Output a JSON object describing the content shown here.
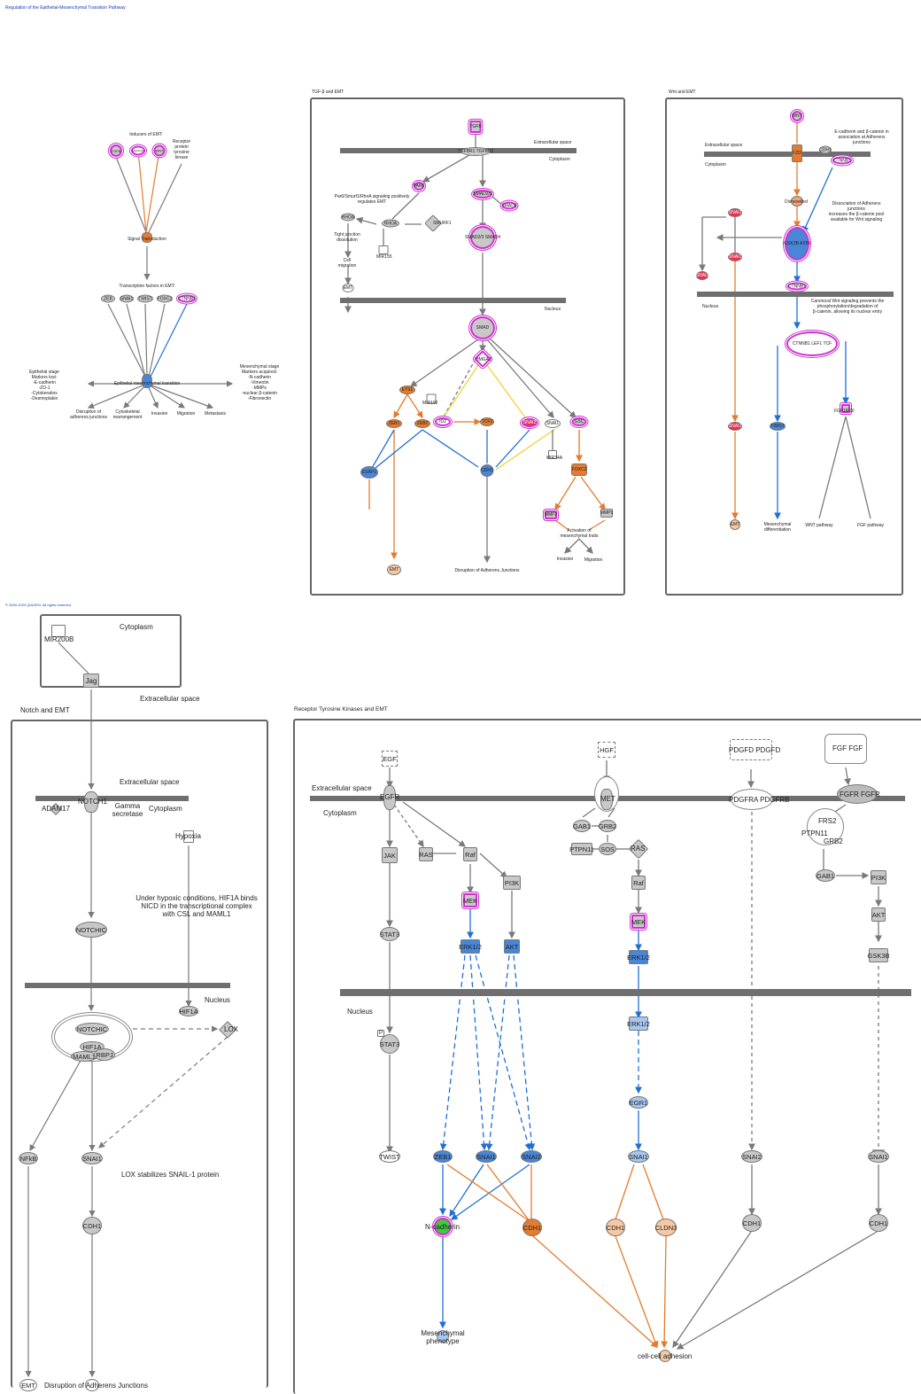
{
  "header": {
    "title": "Regulation of the Epithelial-Mesenchymal Transition Pathway",
    "copyright": "© 2000-2023 QIAGEN. All rights reserved."
  },
  "colors": {
    "orange": "#e57b2e",
    "blue": "#1f6fd8",
    "yellow": "#f2d03a",
    "gray": "#7a7a7a",
    "pink": "#cc33cc",
    "green": "#3dcc3d"
  },
  "overview": {
    "inducers_label": "Inducers of EMT:",
    "inducer_nodes": [
      "TGFB",
      "NOTCH",
      "WNT"
    ],
    "receptor_label": "Receptor\nprotein\ntyrosine\nkinase",
    "signal_label": "Signal Transduction",
    "tf_label": "Transcription factors in EMT:",
    "tf_nodes": [
      "ZEB",
      "SNAI1",
      "TWIST",
      "FOXC2",
      "CTNNB1"
    ],
    "emt_label": "Epithelial-mesenchymal transition",
    "epithelial_label": "Epithelial stage\nMarkers lost:\n-E-cadherin\n-ZO-1\n-Cytokeratins\n-Desmoplakin",
    "mesenchymal_label": "Mesenchymal stage\nMarkers acquired:\n-N-cadherin\n-Vimentin\n-MMPs\n-nuclear β-catenin\n-Fibronectin",
    "outcomes": [
      "Disruption of\nadherens junctions",
      "Cytoskeletal\nrearrangement",
      "Invasion",
      "Migration",
      "Metastasis"
    ]
  },
  "tgf_panel": {
    "title": "TGF-β and EMT",
    "extracellular": "Extracellular space",
    "cytoplasm": "Cytoplasm",
    "nucleus": "Nucleus",
    "par6_label": "Par6/Smurf1/RhoA signaling positively\nregulates EMT",
    "nodes": {
      "tgfb": "TGFB",
      "tgfbr": "TGFBR1 TGFBR2",
      "par6": "PAR6",
      "smad23": "SMAD2/3",
      "smad4": "SMAD4",
      "smad_complex": "SMAD2/3 SMAD4",
      "rhoa": "RHOA",
      "rhoa2": "RHOA",
      "smurf1": "SMURF1",
      "mir155": "MIR155",
      "tight": "Tight junction\ndissolution",
      "cell_migration": "Cell\nmigration",
      "emt": "EMT",
      "smad_nuc": "SMAD",
      "hmga2": "HMGA2",
      "ets1": "ETS1",
      "mir192": "MIR192",
      "zeb1": "ZEB1",
      "zeb2": "ZEB2",
      "id2": "ID2",
      "tcf3": "TCF3",
      "snai2": "SNAI2",
      "snai1": "SNAI1",
      "gsc": "GSC",
      "mir34a": "MIR34A",
      "esrp2": "ESRP2",
      "cdh1": "CDH1",
      "foxc2": "FOXC2",
      "mmp2": "MMP2",
      "mmp9": "MMP9",
      "activation": "Activation of\nmesenchymal traits",
      "invasion": "Invasion",
      "migration": "Migration",
      "emt2": "EMT",
      "disruption": "Disruption of Adherens Junctions"
    }
  },
  "wnt_panel": {
    "title": "Wnt and EMT",
    "extracellular": "Extracellular space",
    "cytoplasm": "Cytoplasm",
    "nucleus": "Nucleus",
    "ecadherin_note": "E-cadherin and β-catenin in\nassociation at Adherens junctions",
    "dissociation_note": "Dissociation of Adherens junctions\nincreases the β-catenin pool\navailable for Wnt signaling",
    "canonical_note": "Canonical Wnt signaling prevents the\nphosphorylation/degradation of\nβ-catenin, allowing its nuclear entry",
    "nodes": {
      "wnt": "WNT",
      "frizzled": "FZD",
      "cdh1": "CDH1",
      "ctnnb1a": "CTNNB1",
      "dishevelled": "Dishevelled",
      "snai2": "SNAI2",
      "snai1": "SNAI1",
      "snai2b": "SNAI2",
      "complex": "GSK3B AXIN",
      "ctnnb1b": "CTNNB1",
      "ctnnb1c": "CTNNB1",
      "nuc_complex": "CTNNB1 LEF1 TCF",
      "snai1b": "SNAI1",
      "twist": "TWIST",
      "fgf": "FGF18/20",
      "emt": "EMT",
      "mesenchymal": "Mesenchymal\ndifferentiation",
      "wnt_pathway": "WNT pathway",
      "fgf_pathway": "FGF pathway"
    }
  },
  "notch_panel": {
    "title": "Notch and EMT",
    "cytoplasm_box": "Cytoplasm",
    "mir200b": "MIR200B",
    "jag": "Jag",
    "extracellular_outer": "Extracellular space",
    "extracellular": "Extracellular space",
    "cytoplasm": "Cytoplasm",
    "nucleus": "Nucleus",
    "adam17": "ADAM17",
    "notch1": "NOTCH1",
    "gamma": "Gamma\nsecretase",
    "hypoxia": "Hypoxia",
    "hypoxic_note": "Under hypoxic conditions, HIF1A binds\nNICD in the transcriptional complex\nwith CSL and MAML1",
    "notchic": "NOTCHIC",
    "hif1a": "HIF1A",
    "complex_notchic": "NOTCHIC",
    "complex_hif1a": "HIF1A",
    "complex_maml1": "MAML1",
    "complex_rbpj": "RBPJ",
    "lox": "LOX",
    "nfkb": "NFkB",
    "snai1": "SNAI1",
    "lox_note": "LOX stabilizes SNAIL-1 protein",
    "cdh1": "CDH1",
    "emt": "EMT",
    "disruption": "Disruption of Adherens Junctions"
  },
  "rtk_panel": {
    "title": "Receptor Tyrosine Kinases and EMT",
    "extracellular": "Extracellular space",
    "cytoplasm": "Cytoplasm",
    "nucleus": "Nucleus",
    "nodes": {
      "egf": "EGF",
      "egfr": "EGFR",
      "jak": "JAK",
      "ras": "RAS",
      "raf": "Raf",
      "pi3k": "PI3K",
      "mek": "MEK",
      "erk": "ERK1/2",
      "akt": "AKT",
      "stat3": "STAT3",
      "stat3_nuc": "STAT3",
      "p": "P",
      "twist": "TWIST",
      "zeb1": "ZEB1",
      "snai1": "SNAI1",
      "snai2": "SNAI2",
      "ncadherin": "N-cadherin",
      "cdh1": "CDH1",
      "mesenchymal": "Mesenchymal\nphenotype",
      "hgf": "HGF",
      "met": "MET",
      "gab1": "GAB1",
      "grb2": "GRB2",
      "ptpn11": "PTPN11",
      "sos": "SOS",
      "ras2": "RAS",
      "raf2": "Raf",
      "mek2": "MEK",
      "erk2": "ERK1/2",
      "erk3": "ERK1/2",
      "egr1": "EGR1",
      "snai1b": "SNAI1",
      "cdh1b": "CDH1",
      "cldn3": "CLDN3",
      "pdgf": "PDGFD PDGFD",
      "pdgfr": "PDGFRA PDGFRB",
      "snai2b": "SNAI2",
      "cdh1c": "CDH1",
      "fgf": "FGF FGF",
      "fgfr": "FGFR FGFR",
      "frs2": "FRS2",
      "ptpn11b": "PTPN11",
      "grb2b": "GRB2",
      "gab1b": "GAB1",
      "pi3k2": "PI3K",
      "akt2": "AKT",
      "gsk3b": "GSK3B",
      "snai1c": "SNAI1",
      "cdh1d": "CDH1",
      "adhesion": "cell-cell adhesion"
    }
  }
}
